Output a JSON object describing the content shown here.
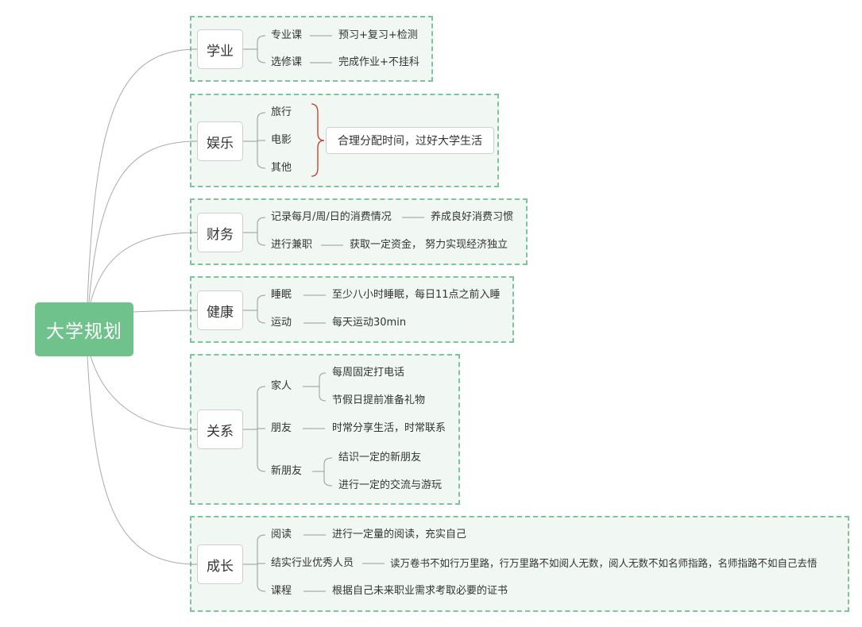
{
  "root": "大学规划",
  "colors": {
    "accent": "#6fc28c",
    "group_fill": "#f1f8f3",
    "group_border": "#7dc49b",
    "brace": "#c0392b"
  },
  "branches": {
    "study": {
      "title": "学业",
      "items": [
        {
          "label": "专业课",
          "detail": "预习+复习+检测"
        },
        {
          "label": "选修课",
          "detail": "完成作业+不挂科"
        }
      ]
    },
    "fun": {
      "title": "娱乐",
      "items": [
        "旅行",
        "电影",
        "其他"
      ],
      "summary": "合理分配时间，过好大学生活"
    },
    "money": {
      "title": "财务",
      "items": [
        {
          "label": "记录每月/周/日的消费情况",
          "detail": "养成良好消费习惯"
        },
        {
          "label": "进行兼职",
          "detail": "获取一定资金， 努力实现经济独立"
        }
      ]
    },
    "health": {
      "title": "健康",
      "items": [
        {
          "label": "睡眠",
          "detail": "至少八小时睡眠，每日11点之前入睡"
        },
        {
          "label": "运动",
          "detail": "每天运动30min"
        }
      ]
    },
    "relations": {
      "title": "关系",
      "family": {
        "label": "家人",
        "details": [
          "每周固定打电话",
          "节假日提前准备礼物"
        ]
      },
      "friends": {
        "label": "朋友",
        "detail": "时常分享生活，时常联系"
      },
      "new_friends": {
        "label": "新朋友",
        "details": [
          "结识一定的新朋友",
          "进行一定的交流与游玩"
        ]
      }
    },
    "growth": {
      "title": "成长",
      "items": [
        {
          "label": "阅读",
          "detail": "进行一定量的阅读，充实自己"
        },
        {
          "label": "结实行业优秀人员",
          "detail": "读万卷书不如行万里路，行万里路不如阅人无数，阅人无数不如名师指路，名师指路不如自己去悟"
        },
        {
          "label": "课程",
          "detail": "根据自己未来职业需求考取必要的证书"
        }
      ]
    }
  }
}
